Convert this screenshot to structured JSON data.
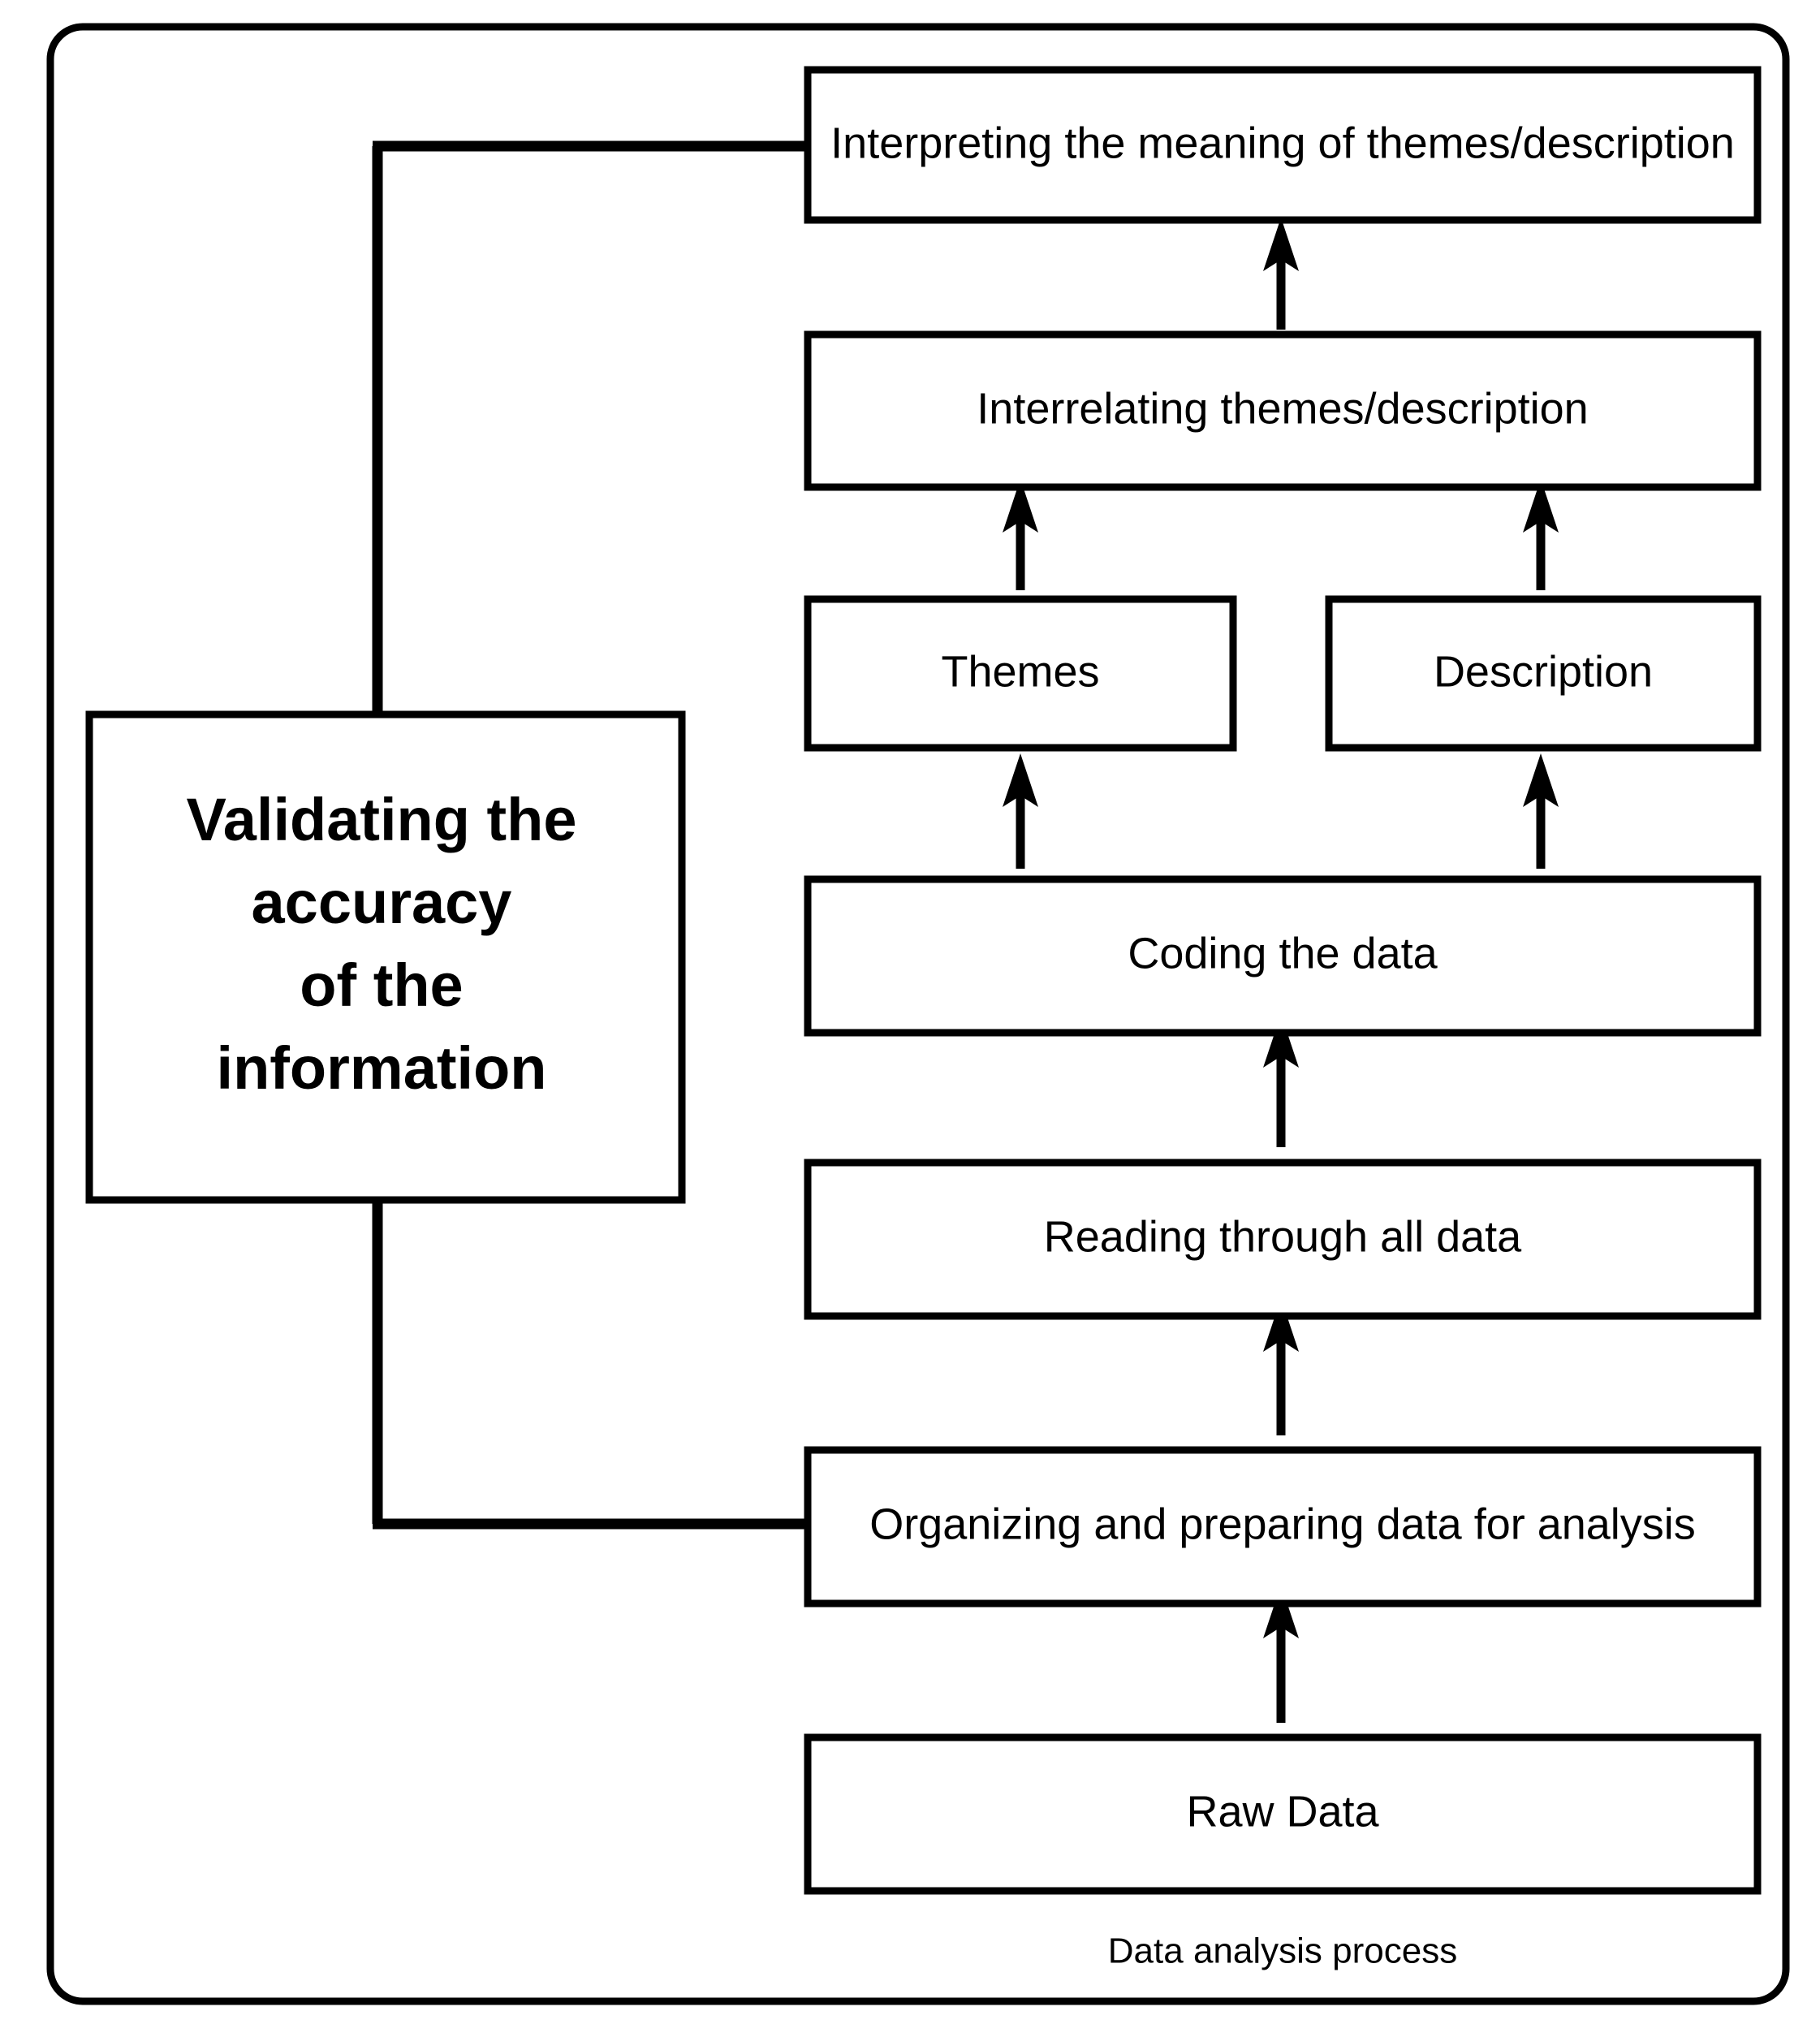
{
  "diagram": {
    "title": "Data analysis process",
    "caption": "Data analysis process",
    "colors": {
      "stroke": "#000000",
      "fill": "#ffffff",
      "text": "#000000"
    },
    "nodes": {
      "interpreting": {
        "label": "Interpreting the meaning of themes/description"
      },
      "interrelating": {
        "label": "Interrelating themes/description"
      },
      "themes": {
        "label": "Themes"
      },
      "description": {
        "label": "Description"
      },
      "coding": {
        "label": "Coding the data"
      },
      "reading": {
        "label": "Reading through all data"
      },
      "organizing": {
        "label": "Organizing and preparing data for analysis"
      },
      "raw_data": {
        "label": "Raw Data"
      },
      "validating": {
        "lines": [
          "Validating the",
          "accuracy",
          "of the",
          "information"
        ]
      }
    },
    "edges": [
      {
        "from": "raw_data",
        "to": "organizing",
        "type": "arrow"
      },
      {
        "from": "organizing",
        "to": "reading",
        "type": "arrow"
      },
      {
        "from": "reading",
        "to": "coding",
        "type": "arrow"
      },
      {
        "from": "coding",
        "to": "themes",
        "type": "arrow"
      },
      {
        "from": "coding",
        "to": "description",
        "type": "arrow"
      },
      {
        "from": "themes",
        "to": "interrelating",
        "type": "arrow"
      },
      {
        "from": "description",
        "to": "interrelating",
        "type": "arrow"
      },
      {
        "from": "interrelating",
        "to": "interpreting",
        "type": "arrow"
      },
      {
        "from": "organizing",
        "to": "validating",
        "type": "line"
      },
      {
        "from": "validating",
        "to": "interpreting",
        "type": "line"
      }
    ]
  }
}
